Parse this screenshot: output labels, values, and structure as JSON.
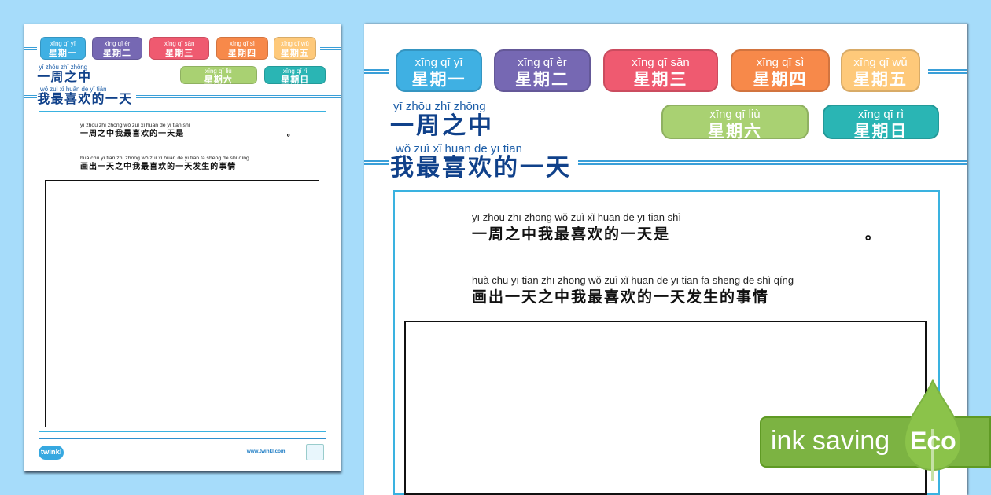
{
  "days": [
    {
      "pinyin": "xīng qī yī",
      "label": "星期一",
      "color": "#3fb0e3"
    },
    {
      "pinyin": "xīng qī èr",
      "label": "星期二",
      "color": "#7668b3"
    },
    {
      "pinyin": "xīng qī sān",
      "label": "星期三",
      "color": "#ef5a70"
    },
    {
      "pinyin": "xīng qī sì",
      "label": "星期四",
      "color": "#f7894a"
    },
    {
      "pinyin": "xīng qī wǔ",
      "label": "星期五",
      "color": "#fec97a"
    },
    {
      "pinyin": "xīng qī liù",
      "label": "星期六",
      "color": "#a9d172"
    },
    {
      "pinyin": "xīng qī rì",
      "label": "星期日",
      "color": "#2ab5b4"
    }
  ],
  "title1": {
    "pinyin": "yī zhōu zhī zhōng",
    "text": "一周之中"
  },
  "title2": {
    "pinyin": "wǒ zuì xǐ huān de yī tiān",
    "text": "我最喜欢的一天"
  },
  "q1": {
    "pinyin": "yī zhōu zhī zhōng wǒ zuì xǐ huān de yī tiān shì",
    "text": "一周之中我最喜欢的一天是",
    "end": "。"
  },
  "q2": {
    "pinyin": "huà chū yī tiān zhī zhōng wǒ zuì xǐ huān de yī tiān fā shēng de shì qíng",
    "text": "画出一天之中我最喜欢的一天发生的事情"
  },
  "footer": {
    "logo": "twinkl",
    "url": "www.twinkl.com"
  },
  "badge": {
    "label": "ink saving",
    "eco": "Eco"
  }
}
